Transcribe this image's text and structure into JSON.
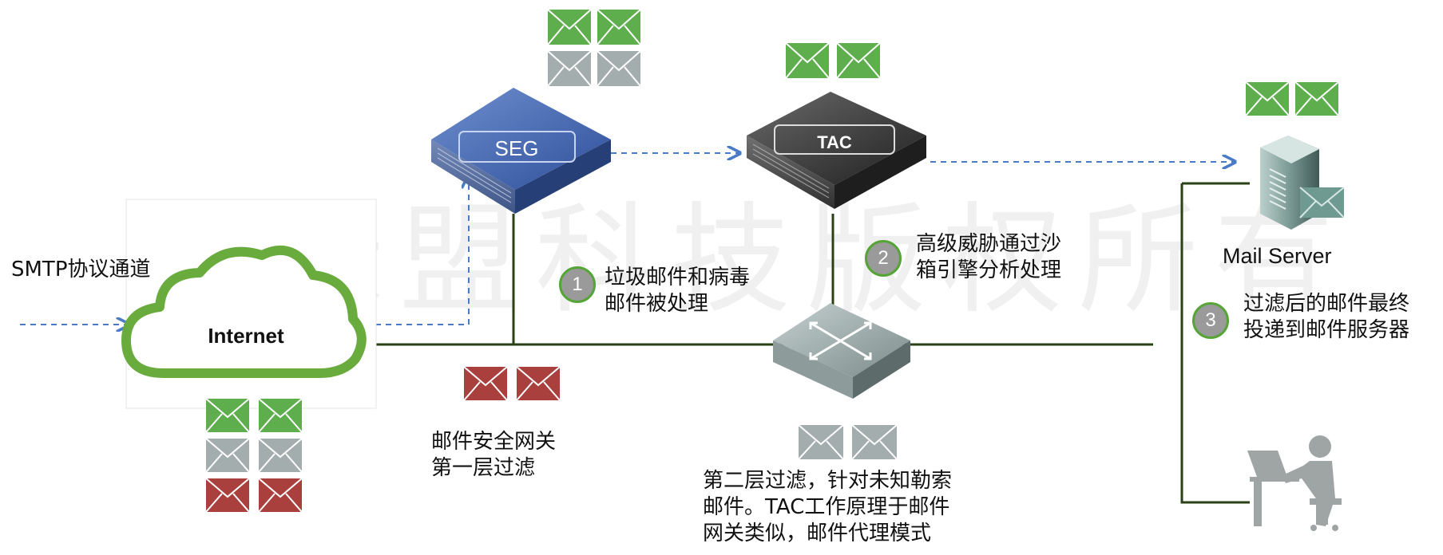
{
  "watermark": "绿盟科技版权所有",
  "colors": {
    "mail_clean": "#5eae4e",
    "mail_gray": "#a4adad",
    "mail_bad": "#a9403e",
    "cloud": "#6aab3e",
    "flow_arrow": "#4a7bc8",
    "network_line": "#2a4216"
  },
  "labels": {
    "smtp": "SMTP协议通道",
    "internet": "Internet",
    "seg": "SEG",
    "tac": "TAC",
    "mail_server": "Mail Server",
    "gateway_first_filter": "邮件安全网关\n第一层过滤",
    "second_filter": "第二层过滤，针对未知勒索\n邮件。TAC工作原理于邮件\n网关类似，邮件代理模式"
  },
  "steps": [
    {
      "number": "1",
      "text": "垃圾邮件和病毒\n邮件被处理"
    },
    {
      "number": "2",
      "text": "高级威胁通过沙\n箱引擎分析处理"
    },
    {
      "number": "3",
      "text": "过滤后的邮件最终\n投递到邮件服务器"
    }
  ],
  "icons": [
    "cloud-icon",
    "appliance-icon",
    "switch-icon",
    "server-icon",
    "user-icon",
    "envelope-icon"
  ]
}
